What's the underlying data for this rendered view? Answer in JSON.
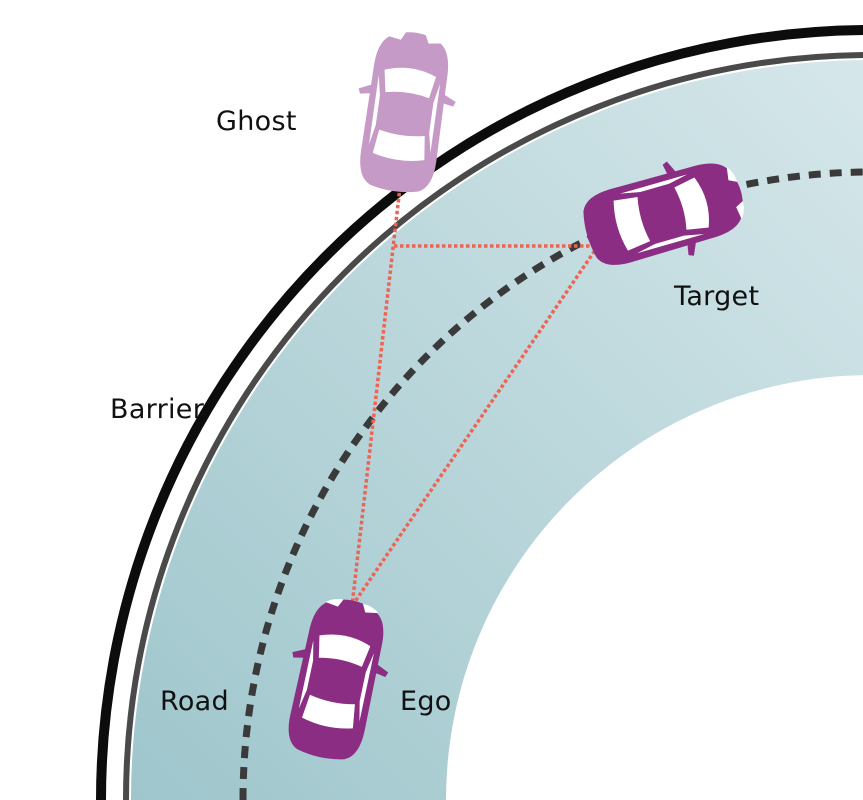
{
  "labels": {
    "ghost": "Ghost",
    "target": "Target",
    "barrier": "Barrier",
    "road": "Road",
    "ego": "Ego"
  },
  "colors": {
    "road_fill_dark": "#9ec6cc",
    "road_fill_light": "#d6e7ea",
    "barrier_outer": "#0c0c0c",
    "barrier_inner": "#4a4a4a",
    "lane_marking": "#3a3a3a",
    "vehicle_primary": "#8b2d82",
    "vehicle_ghost": "#c59ac7",
    "sightline": "#ee6352"
  }
}
